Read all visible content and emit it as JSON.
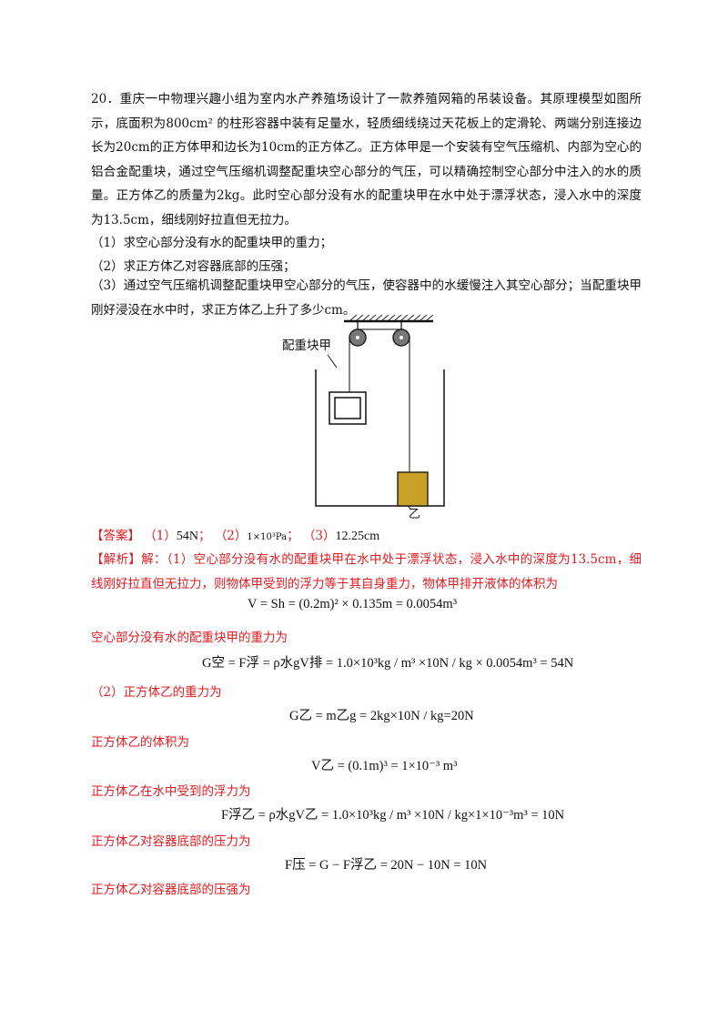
{
  "problem": {
    "paragraph": "20．重庆一中物理兴趣小组为室内水产养殖场设计了一款养殖网箱的吊装设备。其原理模型如图所示，底面积为800cm² 的柱形容器中装有足量水，轻质细线绕过天花板上的定滑轮、两端分别连接边长为20cm的正方体甲和边长为10cm的正方体乙。正方体甲是一个安装有空气压缩机、内部为空心的铝合金配重块，通过空气压缩机调整配重块空心部分的气压，可以精确控制空心部分中注入的水的质量。正方体乙的质量为2kg。此时空心部分没有水的配重块甲在水中处于漂浮状态，浸入水中的深度为13.5cm，细线刚好拉直但无拉力。",
    "q1": "（1）求空心部分没有水的配重块甲的重力；",
    "q2": "（2）求正方体乙对容器底部的压强；",
    "q3": "（3）通过空气压缩机调整配重块甲空心部分的气压，使容器中的水缓慢注入其空心部分；当配重块甲刚好浸没在水中时，求正方体乙上升了多少cm。"
  },
  "figure": {
    "label_jia": "配重块甲",
    "label_yi": "乙"
  },
  "answer": {
    "label": "【答案】",
    "p1": "（1）",
    "v1": "54N",
    "sep1": "；",
    "p2": "（2）",
    "v2": "1×10³Pa",
    "sep2": "；",
    "p3": "（3）",
    "v3": "12.25cm"
  },
  "analysis": {
    "label": "【解析】",
    "intro": "解：（1）空心部分没有水的配重块甲在水中处于漂浮状态，浸入水中的深度为13.5cm，细线刚好拉直但无拉力，则物体甲受到的浮力等于其自身重力，物体甲排开液体的体积为",
    "f1": "V = Sh = (0.2m)² × 0.135m = 0.0054m³",
    "t2": "空心部分没有水的配重块甲的重力为",
    "f2": "G空 = F浮 = ρ水gV排 = 1.0×10³kg / m³ ×10N / kg × 0.0054m³ = 54N",
    "t3": "（2）正方体乙的重力为",
    "f3": "G乙 = m乙g = 2kg×10N / kg=20N",
    "t4": "正方体乙的体积为",
    "f4": "V乙 = (0.1m)³ = 1×10⁻³ m³",
    "t5": "正方体乙在水中受到的浮力为",
    "f5": "F浮乙 = ρ水gV乙 = 1.0×10³kg / m³ ×10N / kg×1×10⁻³m³ = 10N",
    "t6": "正方体乙对容器底部的压力为",
    "f6": "F压 = G − F浮乙 = 20N − 10N = 10N",
    "t7": "正方体乙对容器底部的压强为"
  }
}
